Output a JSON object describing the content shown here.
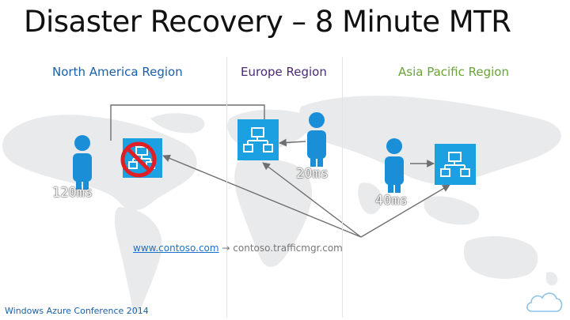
{
  "title": "Disaster Recovery – 8 Minute MTR",
  "regions": {
    "north_america": "North America Region",
    "europe": "Europe Region",
    "asia_pacific": "Asia Pacific Region"
  },
  "latency": {
    "north_america": "120ms",
    "europe": "20ms",
    "asia_pacific": "40ms"
  },
  "dns": {
    "domain": "www.contoso.com",
    "arrow": "→",
    "cname": "contoso.trafficmgr.com"
  },
  "footer": "Windows Azure Conference 2014",
  "colors": {
    "azure_blue": "#1ba1e2",
    "user_blue": "#1a8fd8",
    "disabled_red": "#e01e26",
    "arrow_gray": "#6f6f6f"
  },
  "icons": [
    "user-icon",
    "cloud-service-icon",
    "no-entry-icon",
    "cloud-logo-icon"
  ]
}
